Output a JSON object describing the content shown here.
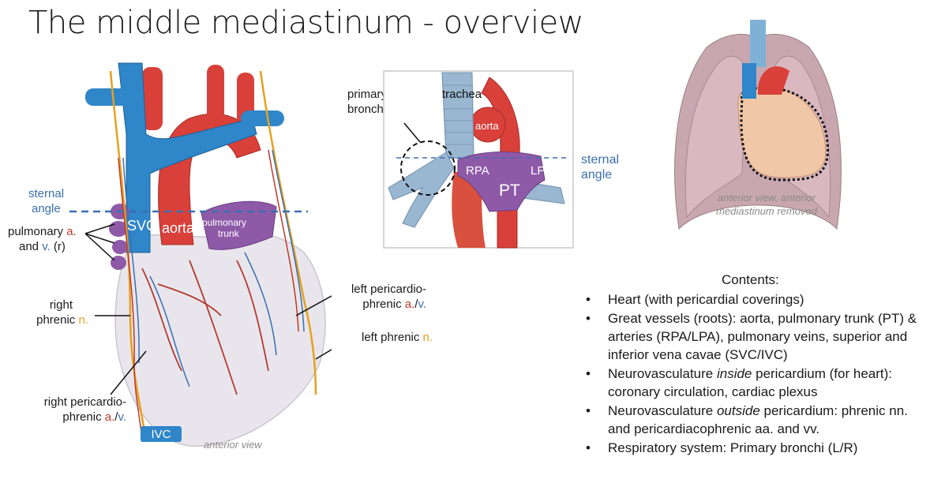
{
  "title": "The middle mediastinum - overview",
  "heart": {
    "sternal_angle_l1": "sternal",
    "sternal_angle_l2": "angle",
    "svc": "SVC",
    "aorta": "aorta",
    "pulmonary_trunk_l1": "pulmonary",
    "pulmonary_trunk_l2": "trunk",
    "ivc": "IVC",
    "pulm_l1_pre": "pulmonary ",
    "pulm_l1_a": "a.",
    "pulm_l2_pre": "and ",
    "pulm_l2_v": "v.",
    "pulm_l2_post": " (r)",
    "right_phrenic_l1": "right",
    "right_phrenic_l2_pre": "phrenic ",
    "right_phrenic_l2_n": "n.",
    "left_peri_l1": "left pericardio-",
    "left_peri_l2_pre": "phrenic ",
    "left_peri_l2_a": "a.",
    "left_peri_l2_sep": "/",
    "left_peri_l2_v": "v.",
    "left_phrenic_pre": "left phrenic ",
    "left_phrenic_n": "n.",
    "right_peri_l1": "right pericardio-",
    "right_peri_l2_pre": "phrenic ",
    "right_peri_l2_a": "a.",
    "right_peri_l2_sep": "/",
    "right_peri_l2_v": "v.",
    "caption": "anterior view"
  },
  "trachea_panel": {
    "primary_bronchus_l1": "primary",
    "primary_bronchus_l2": "bronchus (r)",
    "trachea": "trachea",
    "aorta": "aorta",
    "rpa": "RPA",
    "lpa": "LPA",
    "pt": "PT",
    "sternal_l1": "sternal",
    "sternal_l2": "angle"
  },
  "thorax_panel": {
    "caption_l1": "anterior view, anterior",
    "caption_l2": "mediastinum removed"
  },
  "contents": {
    "heading": "Contents:",
    "items": [
      {
        "bold": "Heart",
        "italic": "",
        "rest": " (with pericardial coverings)"
      },
      {
        "bold": "Great vessels (roots)",
        "italic": "",
        "rest": ": aorta, pulmonary trunk (PT) & arteries (RPA/LPA), pulmonary veins, superior and inferior vena cavae (SVC/IVC)"
      },
      {
        "bold": "Neurovasculature ",
        "italic": "inside",
        "rest": " pericardium (for heart): coronary circulation, cardiac plexus"
      },
      {
        "bold": "Neurovasculature ",
        "italic": "outside",
        "rest": " pericardium: phrenic nn. and pericardiacophrenic aa. and vv."
      },
      {
        "bold": "Respiratory system",
        "italic": "",
        "rest": ": Primary bronchi (L/R)"
      }
    ]
  },
  "colors": {
    "artery": "#c0392b",
    "vein": "#3a6fb0",
    "nerve": "#e6a020",
    "pulmonary": "#8e5aa8"
  }
}
